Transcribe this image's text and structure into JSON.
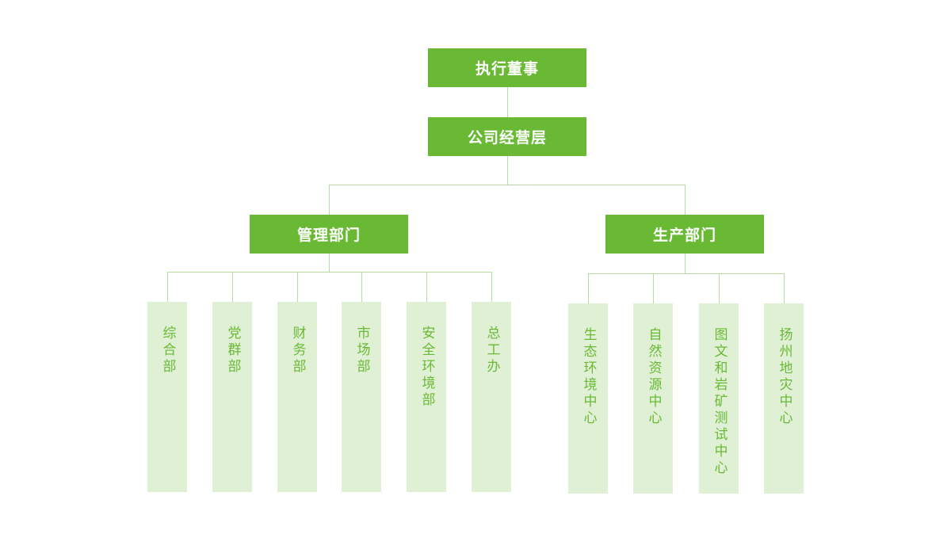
{
  "diagram": {
    "root": "执行董事",
    "management": "公司经营层",
    "branches": [
      {
        "label": "管理部门",
        "children": [
          "综合部",
          "党群部",
          "财务部",
          "市场部",
          "安全环境部",
          "总工办"
        ]
      },
      {
        "label": "生产部门",
        "children": [
          "生态环境中心",
          "自然资源中心",
          "图文和岩矿测试中心",
          "扬州地灾中心"
        ]
      }
    ],
    "colors": {
      "node_fill": "#6ab935",
      "node_text": "#ffffff",
      "leaf_fill": "#dff0d5",
      "leaf_text": "#6ab935",
      "connector": "#b7dca0"
    }
  }
}
